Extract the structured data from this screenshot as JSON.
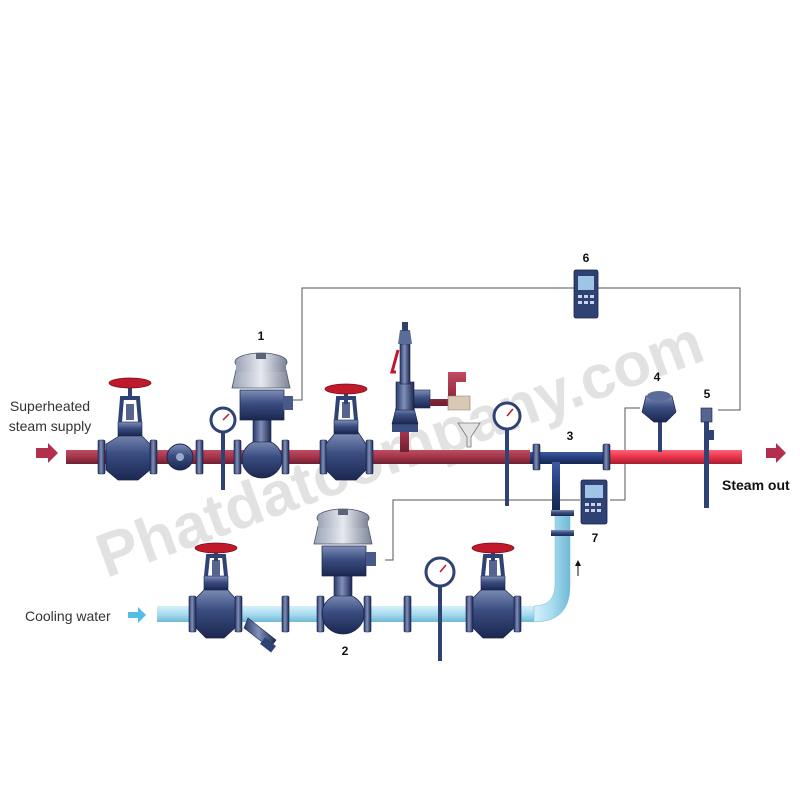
{
  "labels": {
    "steam_supply_line1": "Superheated",
    "steam_supply_line2": "steam supply",
    "steam_out": "Steam out",
    "cooling_water": "Cooling water"
  },
  "callouts": [
    "1",
    "2",
    "3",
    "4",
    "5",
    "6",
    "7"
  ],
  "watermark": "Phatdatcompany.com",
  "colors": {
    "steam_pipe": "#a3354b",
    "hot_pipe": "#e8334a",
    "water_pipe": "#a9dcef",
    "mixer_pipe": "#243d7a",
    "valve_body": "#2f4274",
    "handwheel": "#c0192c",
    "steam_arrow": "#b2304d",
    "water_arrow": "#56bde6"
  }
}
